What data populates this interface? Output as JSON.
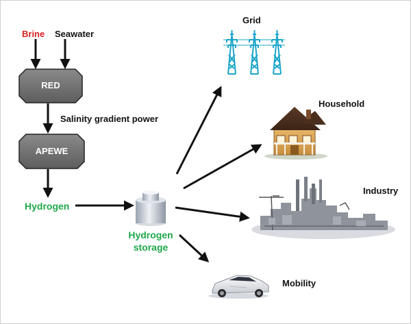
{
  "inputs": {
    "brine": "Brine",
    "seawater": "Seawater"
  },
  "boxes": {
    "red": "RED",
    "apewe": "APEWE"
  },
  "salinity_label": "Salinity gradient power",
  "hydrogen_label": "Hydrogen",
  "storage_label": "Hydrogen\nstorage",
  "outputs": {
    "grid": "Grid",
    "household": "Household",
    "industry": "Industry",
    "mobility": "Mobility"
  },
  "colors": {
    "brine_text": "#d41f1f",
    "hydrogen_text": "#1fa84a",
    "box_fill": "#6e6e6e",
    "tower": "#1aa6c9",
    "arrow": "#111111"
  },
  "icons": {
    "grid": "power-pylons-icon",
    "household": "house-icon",
    "industry": "factory-icon",
    "mobility": "sports-car-icon",
    "storage": "hydrogen-tank-icon"
  }
}
